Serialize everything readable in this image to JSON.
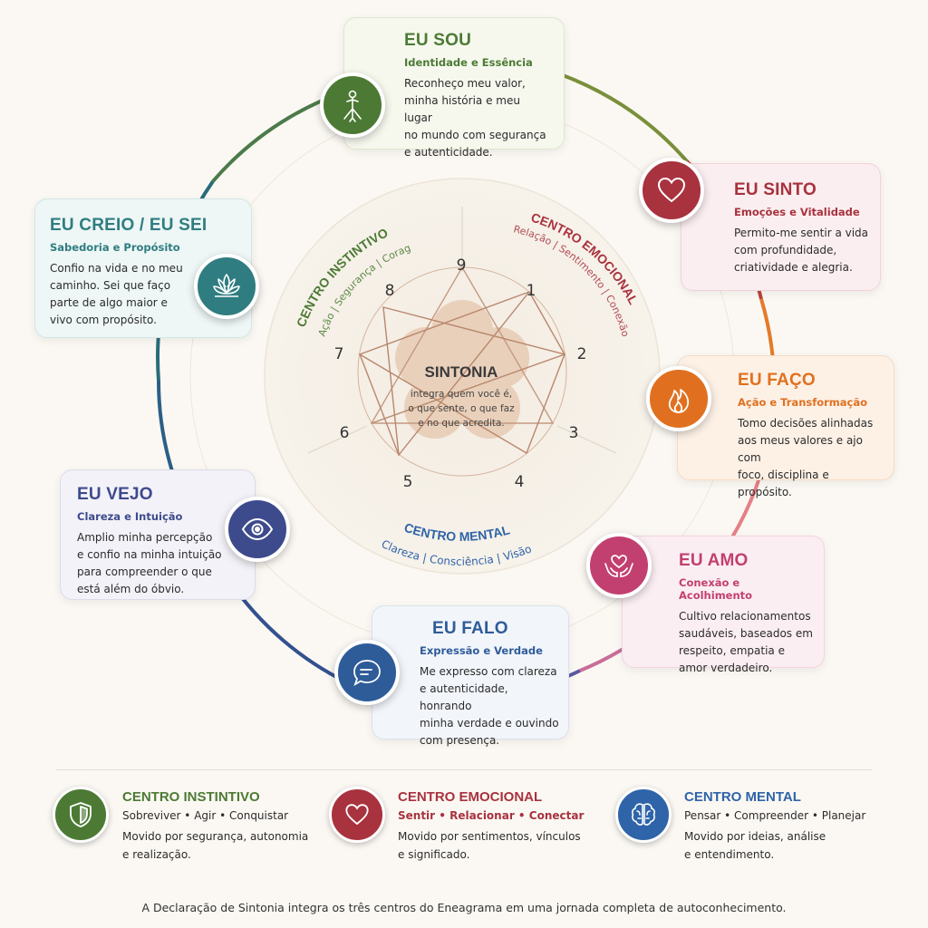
{
  "cards": {
    "eu_sou": {
      "title": "EU SOU",
      "subtitle": "Identidade e Essência",
      "lines": [
        "Reconheço meu valor,",
        "minha história e meu lugar",
        "no mundo com segurança",
        "e autenticidade."
      ]
    },
    "eu_sinto": {
      "title": "EU SINTO",
      "subtitle": "Emoções e Vitalidade",
      "lines": [
        "Permito-me sentir a vida",
        "com profundidade,",
        "criatividade e alegria."
      ]
    },
    "eu_faco": {
      "title": "EU FAÇO",
      "subtitle": "Ação e Transformação",
      "lines": [
        "Tomo decisões alinhadas",
        "aos meus valores e ajo com",
        "foco, disciplina e propósito."
      ]
    },
    "eu_amo": {
      "title": "EU AMO",
      "subtitle": "Conexão e Acolhimento",
      "lines": [
        "Cultivo relacionamentos",
        "saudáveis, baseados em",
        "respeito, empatia e",
        "amor verdadeiro."
      ]
    },
    "eu_falo": {
      "title": "EU FALO",
      "subtitle": "Expressão e Verdade",
      "lines": [
        "Me expresso com clareza",
        "e autenticidade, honrando",
        "minha verdade e ouvindo",
        "com presença."
      ]
    },
    "eu_vejo": {
      "title": "EU VEJO",
      "subtitle": "Clareza e Intuição",
      "lines": [
        "Amplio minha percepção",
        "e confio na minha intuição",
        "para compreender o que",
        "está além do óbvio."
      ]
    },
    "eu_creio": {
      "title": "EU CREIO / EU SEI",
      "subtitle": "Sabedoria e Propósito",
      "lines": [
        "Confio na vida e no meu",
        "caminho. Sei que faço",
        "parte de algo maior e",
        "vivo com propósito."
      ]
    }
  },
  "center": {
    "title": "SINTONIA",
    "lines": [
      "integra quem você é,",
      "o que sente, o que faz",
      "e no que acredita."
    ],
    "numbers": [
      "9",
      "1",
      "2",
      "3",
      "4",
      "5",
      "6",
      "7",
      "8"
    ],
    "arcs": {
      "instintivo": {
        "title": "CENTRO INSTINTIVO",
        "sub": "Ação | Segurança | Coragem"
      },
      "emocional": {
        "title": "CENTRO EMOCIONAL",
        "sub": "Relação | Sentimento | Conexão"
      },
      "mental": {
        "title": "CENTRO MENTAL",
        "sub": "Clareza | Consciência | Visão"
      }
    }
  },
  "legend": {
    "instintivo": {
      "title": "CENTRO INSTINTIVO",
      "keywords": "Sobreviver • Agir • Conquistar",
      "lines": [
        "Movido por segurança, autonomia",
        "e realização."
      ]
    },
    "emocional": {
      "title": "CENTRO EMOCIONAL",
      "keywords": "Sentir • Relacionar • Conectar",
      "lines": [
        "Movido por sentimentos, vínculos",
        "e significado."
      ]
    },
    "mental": {
      "title": "CENTRO MENTAL",
      "keywords": "Pensar • Compreender • Planejar",
      "lines": [
        "Movido por ideias, análise",
        "e entendimento."
      ]
    }
  },
  "footer": "A Declaração de Sintonia integra os três centros do Eneagrama em uma jornada completa de autoconhecimento.",
  "colors": {
    "green": "#4c7a34",
    "red": "#a8323e",
    "orange": "#e0701f",
    "pink": "#c2406f",
    "blue": "#2e5c99",
    "indigo": "#3d4a8c",
    "teal": "#2f7d80",
    "mental_blue": "#2f64a8"
  },
  "icons": {
    "eu_sou": "rooted-person-icon",
    "eu_sinto": "heart-icon",
    "eu_faco": "flame-icon",
    "eu_amo": "hands-heart-icon",
    "eu_falo": "speech-bubble-icon",
    "eu_vejo": "eye-icon",
    "eu_creio": "lotus-icon",
    "instintivo": "shield-icon",
    "emocional": "heart-icon",
    "mental": "brain-icon"
  }
}
